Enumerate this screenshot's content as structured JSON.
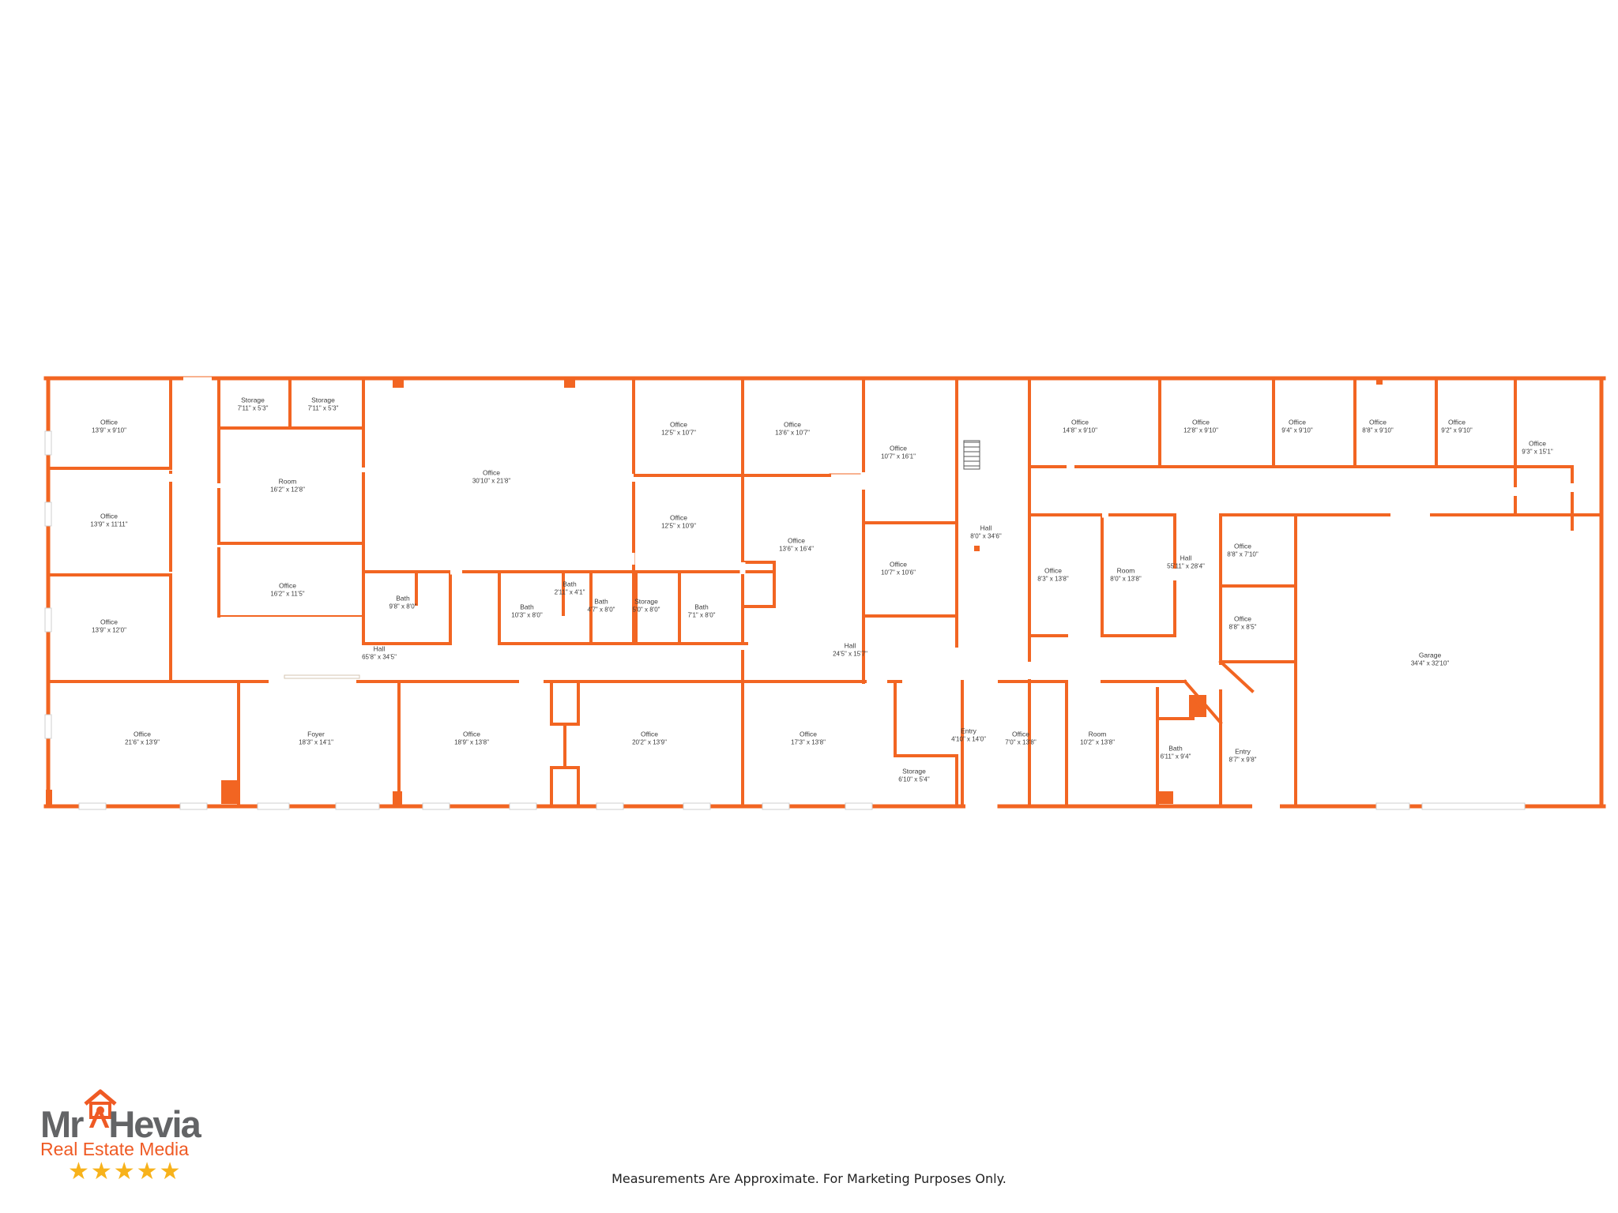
{
  "colors": {
    "wall": "#f26522",
    "text": "#3a3a3a",
    "logo_gray": "#636466",
    "logo_orange": "#ef5a24",
    "star": "#f7b21b"
  },
  "disclaimer": "Measurements Are Approximate. For Marketing Purposes Only.",
  "logo": {
    "part1": "Mr",
    "part2": "Hevia",
    "tagline": "Real Estate Media",
    "stars": "★★★★★",
    "icon": "house-camera-icon"
  },
  "rooms": [
    {
      "id": "office-1",
      "name": "Office",
      "dims": "13'9\" x 9'10\""
    },
    {
      "id": "office-2",
      "name": "Office",
      "dims": "13'9\" x 11'11\""
    },
    {
      "id": "office-3",
      "name": "Office",
      "dims": "13'9\" x 12'0\""
    },
    {
      "id": "office-4",
      "name": "Office",
      "dims": "21'6\" x 13'9\""
    },
    {
      "id": "storage-1",
      "name": "Storage",
      "dims": "7'11\" x 5'3\""
    },
    {
      "id": "storage-2",
      "name": "Storage",
      "dims": "7'11\" x 5'3\""
    },
    {
      "id": "room-1",
      "name": "Room",
      "dims": "16'2\" x 12'8\""
    },
    {
      "id": "office-5",
      "name": "Office",
      "dims": "16'2\" x 11'5\""
    },
    {
      "id": "office-6",
      "name": "Office",
      "dims": "30'10\" x 21'8\""
    },
    {
      "id": "bath-1",
      "name": "Bath",
      "dims": "9'8\" x 8'0\""
    },
    {
      "id": "hall-1",
      "name": "Hall",
      "dims": "65'8\" x 34'5\""
    },
    {
      "id": "foyer",
      "name": "Foyer",
      "dims": "18'3\" x 14'1\""
    },
    {
      "id": "office-7",
      "name": "Office",
      "dims": "18'9\" x 13'8\""
    },
    {
      "id": "bath-2",
      "name": "Bath",
      "dims": "10'3\" x 8'0\""
    },
    {
      "id": "bath-3",
      "name": "Bath",
      "dims": "2'11\" x 4'1\""
    },
    {
      "id": "bath-4",
      "name": "Bath",
      "dims": "4'7\" x 8'0\""
    },
    {
      "id": "storage-3",
      "name": "Storage",
      "dims": "5'0\" x 8'0\""
    },
    {
      "id": "bath-5",
      "name": "Bath",
      "dims": "7'1\" x 8'0\""
    },
    {
      "id": "office-8",
      "name": "Office",
      "dims": "12'5\" x 10'7\""
    },
    {
      "id": "office-9",
      "name": "Office",
      "dims": "12'5\" x 10'9\""
    },
    {
      "id": "office-10",
      "name": "Office",
      "dims": "20'2\" x 13'9\""
    },
    {
      "id": "office-11",
      "name": "Office",
      "dims": "13'6\" x 10'7\""
    },
    {
      "id": "office-12",
      "name": "Office",
      "dims": "13'6\" x 16'4\""
    },
    {
      "id": "office-13",
      "name": "Office",
      "dims": "10'7\" x 16'1\""
    },
    {
      "id": "office-14",
      "name": "Office",
      "dims": "10'7\" x 10'6\""
    },
    {
      "id": "hall-2",
      "name": "Hall",
      "dims": "24'5\" x 15'7\""
    },
    {
      "id": "office-15",
      "name": "Office",
      "dims": "17'3\" x 13'8\""
    },
    {
      "id": "storage-4",
      "name": "Storage",
      "dims": "6'10\" x 5'4\""
    },
    {
      "id": "hall-3",
      "name": "Hall",
      "dims": "8'0\" x 34'6\""
    },
    {
      "id": "entry-1",
      "name": "Entry",
      "dims": "4'10\" x 14'0\""
    },
    {
      "id": "office-16",
      "name": "Office",
      "dims": "14'8\" x 9'10\""
    },
    {
      "id": "office-17",
      "name": "Office",
      "dims": "8'3\" x 13'8\""
    },
    {
      "id": "room-2",
      "name": "Room",
      "dims": "8'0\" x 13'8\""
    },
    {
      "id": "office-18",
      "name": "Office",
      "dims": "7'0\" x 13'8\""
    },
    {
      "id": "room-3",
      "name": "Room",
      "dims": "10'2\" x 13'8\""
    },
    {
      "id": "hall-4",
      "name": "Hall",
      "dims": "55'11\" x 28'4\""
    },
    {
      "id": "bath-6",
      "name": "Bath",
      "dims": "6'11\" x 9'4\""
    },
    {
      "id": "office-19",
      "name": "Office",
      "dims": "12'8\" x 9'10\""
    },
    {
      "id": "office-20",
      "name": "Office",
      "dims": "9'4\" x 9'10\""
    },
    {
      "id": "office-21",
      "name": "Office",
      "dims": "8'8\" x 9'10\""
    },
    {
      "id": "office-22",
      "name": "Office",
      "dims": "9'2\" x 9'10\""
    },
    {
      "id": "office-23",
      "name": "Office",
      "dims": "9'3\" x 15'1\""
    },
    {
      "id": "office-24",
      "name": "Office",
      "dims": "8'8\" x 7'10\""
    },
    {
      "id": "office-25",
      "name": "Office",
      "dims": "8'8\" x 8'5\""
    },
    {
      "id": "entry-2",
      "name": "Entry",
      "dims": "8'7\" x 9'8\""
    },
    {
      "id": "garage",
      "name": "Garage",
      "dims": "34'4\" x 32'10\""
    }
  ]
}
